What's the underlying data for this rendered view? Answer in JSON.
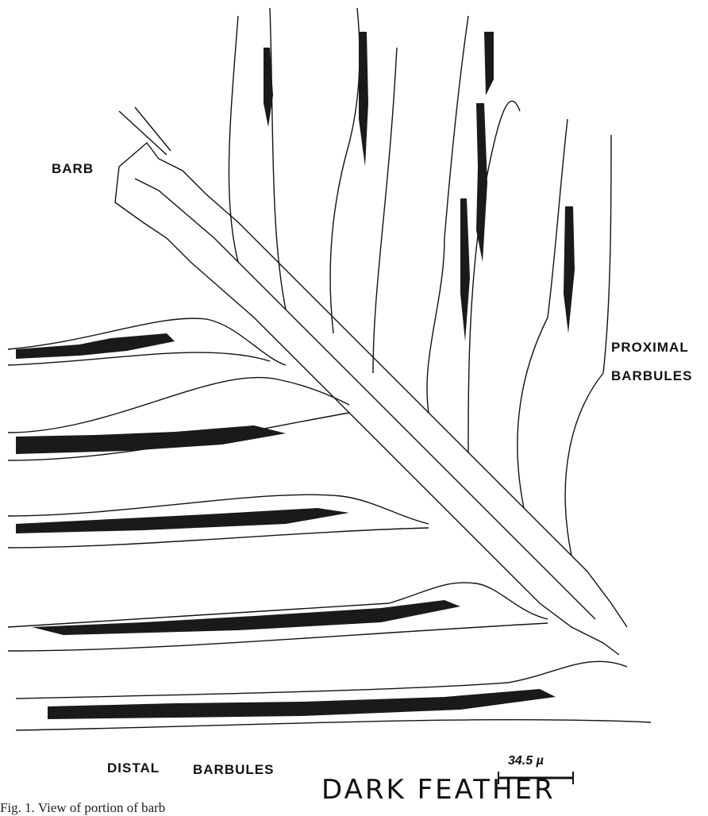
{
  "labels": {
    "barb": "BARB",
    "proximal": "PROXIMAL",
    "barbules": "BARBULES",
    "distal": "DISTAL",
    "distal_barbules": "BARBULES",
    "title": "DARK FEATHER",
    "scale": "34.5 µ"
  },
  "caption": "Fig. 1. View of portion of barb",
  "colors": {
    "ink": "#111111",
    "pigment": "#1a1a1a",
    "background": "#ffffff"
  }
}
